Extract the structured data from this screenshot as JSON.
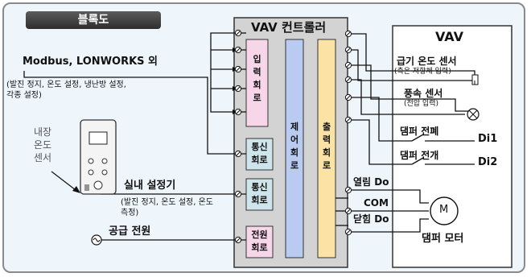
{
  "diagram": {
    "title": "블록도",
    "controller": {
      "title": "VAV 컨트롤러",
      "input_circuit": [
        "입",
        "력",
        "회",
        "로"
      ],
      "control_circuit": [
        "제",
        "어",
        "회",
        "로"
      ],
      "output_circuit": [
        "출",
        "력",
        "회",
        "로"
      ],
      "comm_circuit_1": [
        "통신",
        "회로"
      ],
      "comm_circuit_2": [
        "통신",
        "회로"
      ],
      "power_circuit": [
        "전원",
        "회로"
      ]
    },
    "vav": {
      "title": "VAV",
      "supply_temp_sensor": "급기 온도 센서",
      "supply_temp_sensor_note": "(측온 저항체 입력)",
      "airflow_sensor": "풍속 센서",
      "airflow_sensor_note": "(전압 입력)",
      "damper_close": "댐퍼 전폐",
      "damper_open": "댐퍼 전개",
      "di1": "Di1",
      "di2": "Di2",
      "damper_motor": "댐퍼 모터",
      "motor_symbol": "M"
    },
    "outputs": {
      "open": "열림 Do",
      "com": "COM",
      "close": "닫힘 Do"
    },
    "modbus": {
      "label": "Modbus, LONWORKS 외",
      "note_line1": "(발진 정지, 온도 설정, 냉난방 설정,",
      "note_line2": "각종 설정)"
    },
    "room_controller": {
      "label": "실내 설정기",
      "note_line1": "(발진 정지, 온도 설정, 온도",
      "note_line2": "측정)"
    },
    "internal_sensor": [
      "내장",
      "온도",
      "센서"
    ],
    "power_supply": "공급 전원",
    "colors": {
      "input_circuit": "#f8d6ea",
      "control_circuit": "#b9cbf0",
      "output_circuit": "#fbe3a6",
      "comm_circuit": "#cfe5ec",
      "power_circuit": "#f8d6ea",
      "controller_body": "#d3d3d3",
      "background": "#eef6fb"
    }
  }
}
